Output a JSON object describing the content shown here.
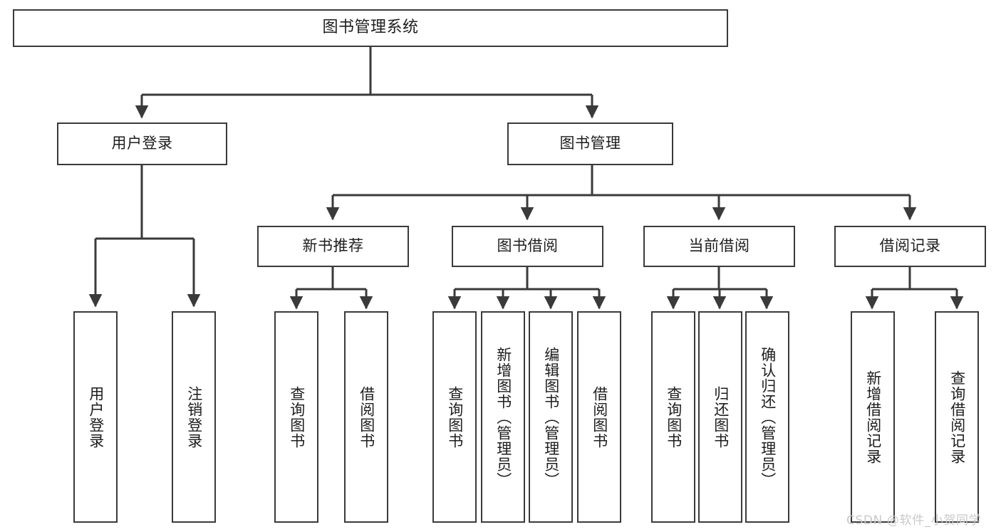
{
  "diagram": {
    "type": "tree-hierarchy",
    "title": "图书管理系统",
    "colors": {
      "box_border": "#3a3a3a",
      "box_fill": "#ffffff",
      "line": "#3a3a3a",
      "text": "#1d1d1d",
      "watermark": "#c9c9c9"
    },
    "root": {
      "label": "图书管理系统"
    },
    "level1": [
      {
        "label": "用户登录"
      },
      {
        "label": "图书管理"
      }
    ],
    "level2": [
      {
        "label": "新书推荐"
      },
      {
        "label": "图书借阅"
      },
      {
        "label": "当前借阅"
      },
      {
        "label": "借阅记录"
      }
    ],
    "leaves": {
      "user_login": [
        {
          "label": "用户登录"
        },
        {
          "label": "注销登录"
        }
      ],
      "new_book": [
        {
          "label": "查询图书"
        },
        {
          "label": "借阅图书"
        }
      ],
      "book_borrow": [
        {
          "label": "查询图书"
        },
        {
          "label": "新增图书（管理员）"
        },
        {
          "label": "编辑图书（管理员）"
        },
        {
          "label": "借阅图书"
        }
      ],
      "current_borrow": [
        {
          "label": "查询图书"
        },
        {
          "label": "归还图书"
        },
        {
          "label": "确认归还（管理员）"
        }
      ],
      "borrow_record": [
        {
          "label": "新增借阅记录"
        },
        {
          "label": "查询借阅记录"
        }
      ]
    }
  },
  "watermark": {
    "text": "CSDN @软件_小贺同学"
  }
}
